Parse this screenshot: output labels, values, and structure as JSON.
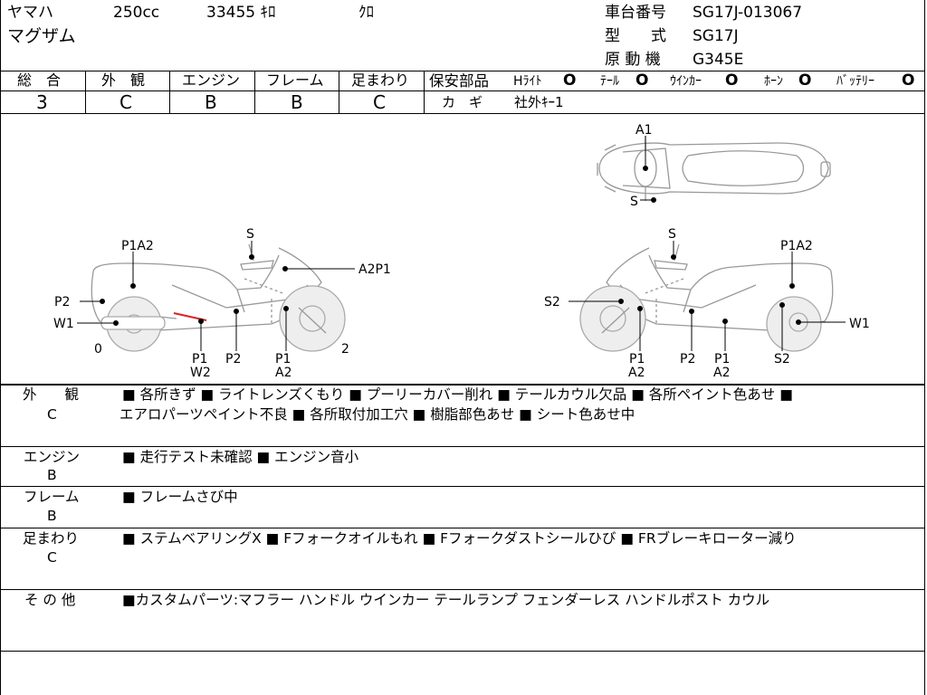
{
  "header": {
    "maker": "ヤマハ",
    "displacement": "250cc",
    "mileage": "33455 ｷﾛ",
    "color": "ｸﾛ",
    "model_name": "マグザム",
    "frame_no_label": "車台番号",
    "frame_no": "SG17J-013067",
    "type_label": "型　　式",
    "type": "SG17J",
    "engine_label": "原 動 機",
    "engine": "G345E"
  },
  "grades": [
    {
      "label": "総　合",
      "value": "3"
    },
    {
      "label": "外　観",
      "value": "C"
    },
    {
      "label": "エンジン",
      "value": "B"
    },
    {
      "label": "フレーム",
      "value": "B"
    },
    {
      "label": "足まわり",
      "value": "C"
    }
  ],
  "safety": {
    "label": "保安部品",
    "items": [
      {
        "name": "Hﾗｲﾄ",
        "mark": "O"
      },
      {
        "name": "ﾃｰﾙ",
        "mark": "O"
      },
      {
        "name": "ｳｲﾝｶｰ",
        "mark": "O"
      },
      {
        "name": "ﾎｰﾝ",
        "mark": "O"
      },
      {
        "name": "ﾊﾞｯﾃﾘｰ",
        "mark": "O"
      }
    ],
    "key_label": "カ　ギ",
    "key_value": "社外ｷｰ1"
  },
  "diagram": {
    "top": {
      "a1": "A1",
      "s": "S"
    },
    "left": {
      "s": "S",
      "p1a2": "P1A2",
      "a2p1": "A2P1",
      "p2": "P2",
      "w1": "W1",
      "zero": "0",
      "two": "2",
      "b1a": "P1",
      "b1b": "W2",
      "b2": "P2",
      "b3a": "P1",
      "b3b": "A2"
    },
    "right": {
      "s": "S",
      "p1a2": "P1A2",
      "s2l": "S2",
      "w1": "W1",
      "b1a": "P1",
      "b1b": "A2",
      "b2": "P2",
      "b3a": "P1",
      "b3b": "A2",
      "b4": "S2"
    }
  },
  "notes": [
    {
      "label": "外　　観",
      "grade": "C",
      "lines": [
        "■ 各所きず ■ ライトレンズくもり ■ プーリーカバー削れ ■ テールカウル欠品 ■ 各所ペイント色あせ ■",
        "エアロパーツペイント不良 ■ 各所取付加工穴 ■ 樹脂部色あせ ■ シート色あせ中"
      ]
    },
    {
      "label": "エンジン",
      "grade": "B",
      "lines": [
        "■ 走行テスト未確認 ■ エンジン音小"
      ]
    },
    {
      "label": "フレーム",
      "grade": "B",
      "lines": [
        "■ フレームさび中"
      ]
    },
    {
      "label": "足まわり",
      "grade": "C",
      "lines": [
        "■ ステムベアリングX ■ Fフォークオイルもれ ■ Fフォークダストシールひび ■ FRブレーキローター減り"
      ]
    },
    {
      "label": "そ の 他",
      "grade": "",
      "lines": [
        "■カスタムパーツ:マフラー ハンドル ウインカー テールランプ フェンダーレス ハンドルポスト カウル"
      ]
    }
  ]
}
